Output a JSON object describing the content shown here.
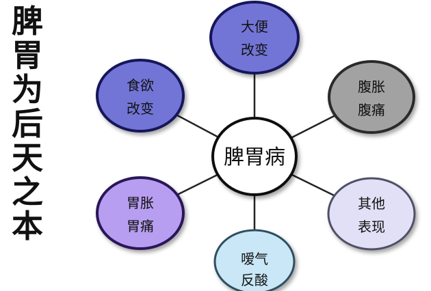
{
  "side_title": [
    "脾",
    "胃",
    "为",
    "后",
    "天",
    "之",
    "本"
  ],
  "center": {
    "label": "脾胃病"
  },
  "nodes": [
    {
      "id": "constipation",
      "line1": "大便",
      "line2": "改变",
      "fill": "#7274d6",
      "stroke": "#12135a"
    },
    {
      "id": "bloating",
      "line1": "腹胀",
      "line2": "腹痛",
      "fill": "#a2a2a2",
      "stroke": "#2b2b2b"
    },
    {
      "id": "other",
      "line1": "其他",
      "line2": "表现",
      "fill": "#e2e0f6",
      "stroke": "#4f4f66"
    },
    {
      "id": "belching",
      "line1": "嗳气",
      "line2": "反酸",
      "fill": "#c9e7f6",
      "stroke": "#2f4f5f"
    },
    {
      "id": "stomach-pain",
      "line1": "胃胀",
      "line2": "胃痛",
      "fill": "#b79ef0",
      "stroke": "#2a1458"
    },
    {
      "id": "appetite",
      "line1": "食欲",
      "line2": "改变",
      "fill": "#7274d6",
      "stroke": "#12135a"
    }
  ]
}
